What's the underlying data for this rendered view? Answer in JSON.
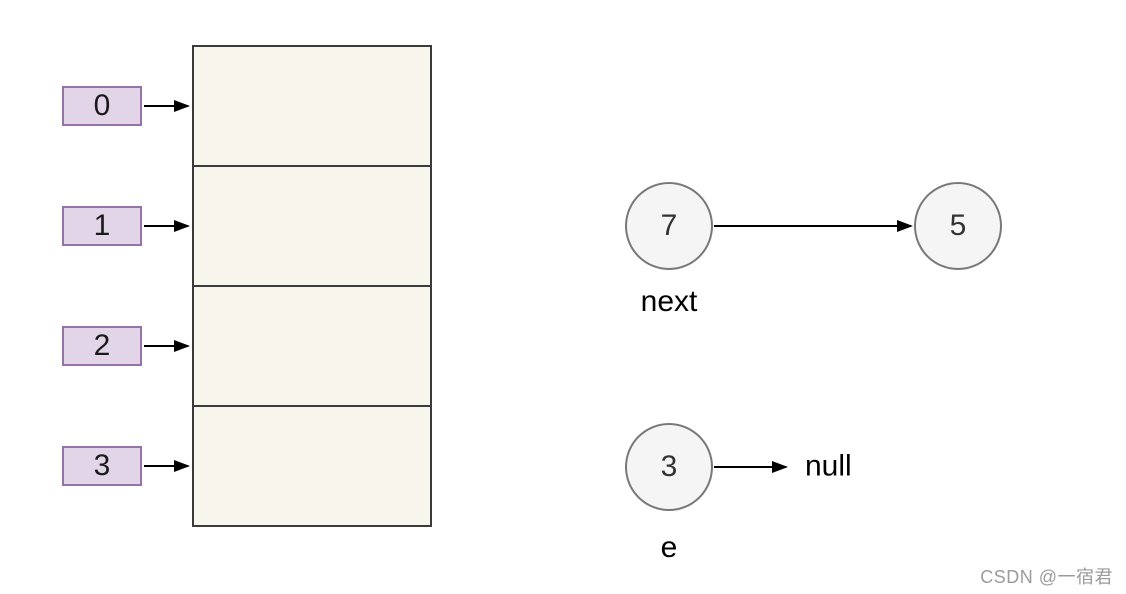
{
  "diagram": {
    "index_boxes": [
      {
        "label": "0"
      },
      {
        "label": "1"
      },
      {
        "label": "2"
      },
      {
        "label": "3"
      }
    ],
    "array": {
      "cell_count": 4
    },
    "linked_nodes": {
      "next_node": {
        "value": "7",
        "caption": "next"
      },
      "next_target": {
        "value": "5"
      },
      "e_node": {
        "value": "3",
        "caption": "e",
        "points_to": "null"
      }
    },
    "colors": {
      "index_box_fill": "#E1D5E7",
      "index_box_border": "#9673A6",
      "array_cell_fill": "#F8F6EC",
      "array_border": "#3B3B3B",
      "node_fill": "#F5F5F5",
      "node_border": "#787878",
      "arrow": "#000000",
      "watermark_text_color": "#9B9B9B"
    }
  },
  "watermark": {
    "text": "CSDN @一宿君"
  }
}
